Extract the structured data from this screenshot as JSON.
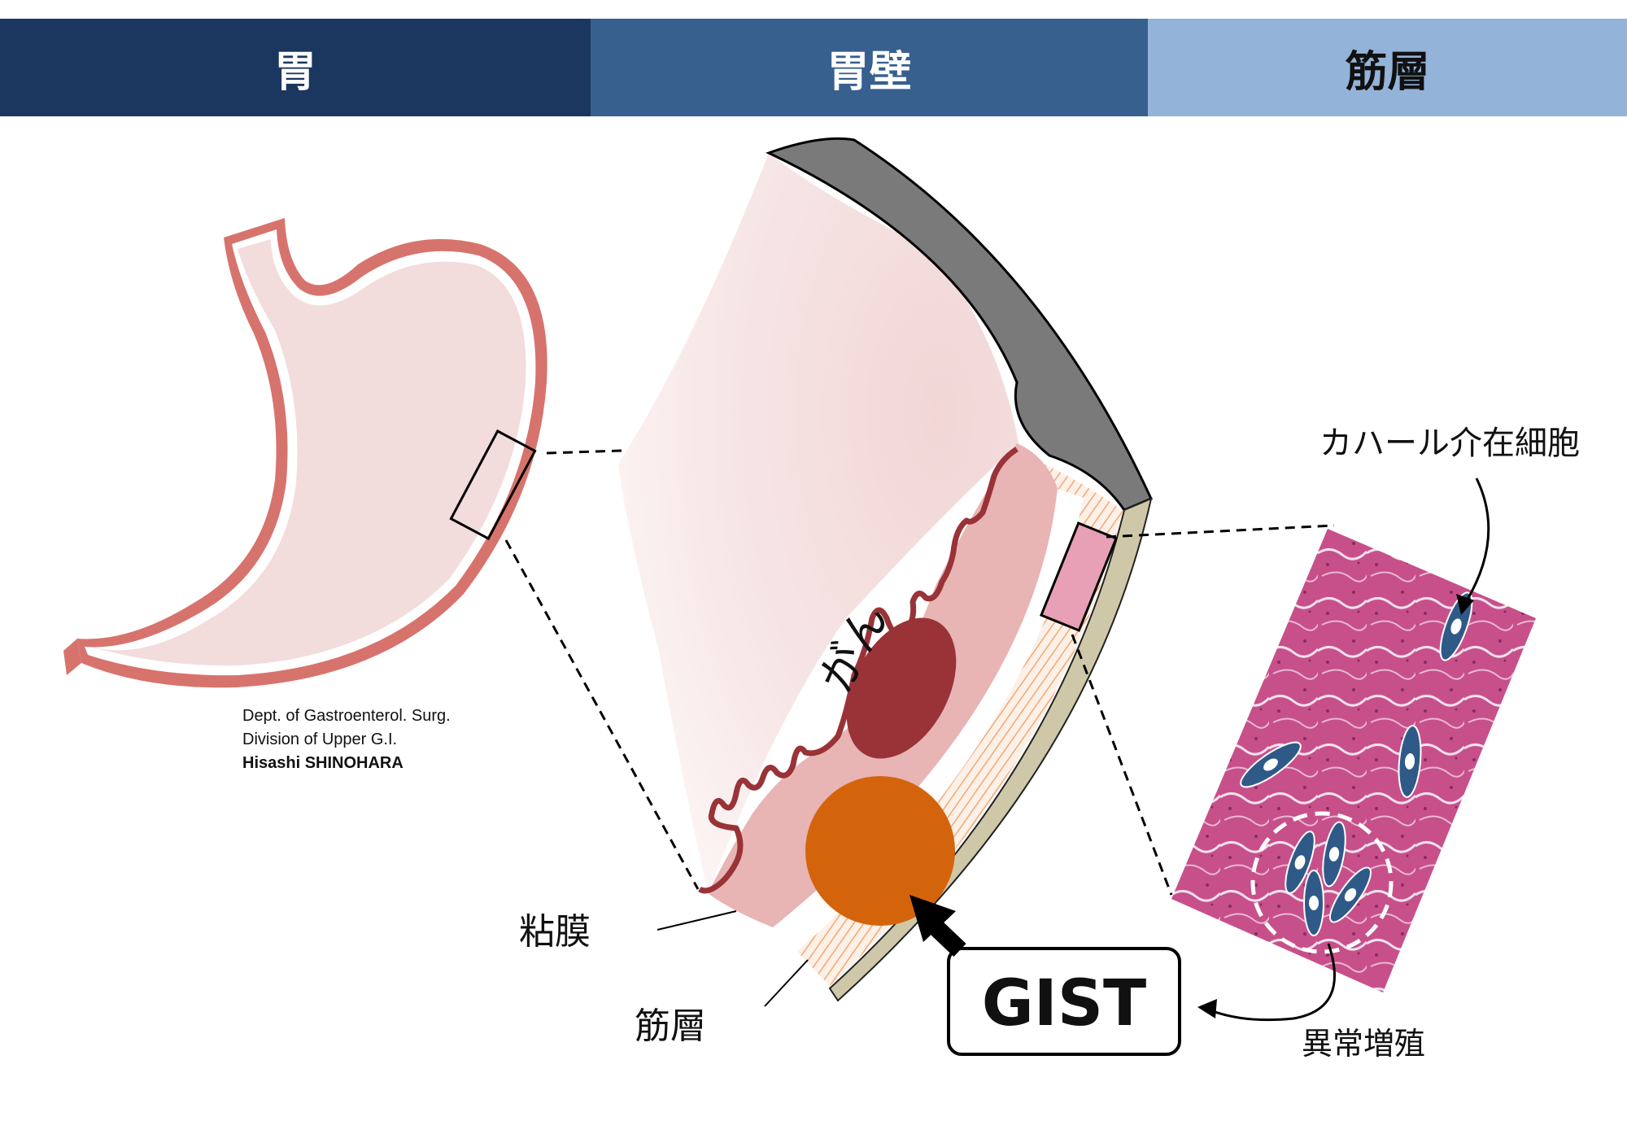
{
  "headers": {
    "stomach": "胃",
    "stomach_wall": "胃壁",
    "muscle_layer": "筋層"
  },
  "labels": {
    "cancer": "がん",
    "mucosa": "粘膜",
    "muscle_layer": "筋層",
    "gist": "GIST",
    "icc": "カハール介在細胞",
    "abnormal_proliferation": "異常増殖"
  },
  "credit": {
    "line1": "Dept. of Gastroenterol. Surg.",
    "line2": "Division of Upper G.I.",
    "author": "Hisashi SHINOHARA"
  },
  "colors": {
    "header_dark": "#1b375f",
    "header_mid": "#37608f",
    "header_light": "#94b3d9",
    "stomach_wall": "#d7736d",
    "stomach_fill": "#f3dcdc",
    "mucosa": "#e8b4b4",
    "cancer": "#993338",
    "gist": "#d4640c",
    "serosa": "#7a7a7a",
    "histology": "#c9528a"
  }
}
